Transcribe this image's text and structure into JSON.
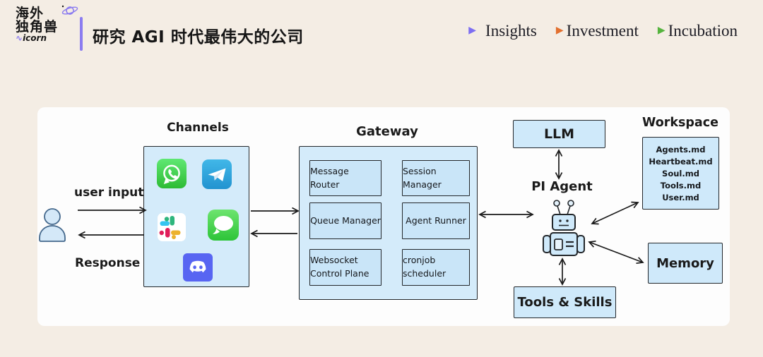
{
  "page": {
    "background": "#f4ede4",
    "panel_background": "#fdfdfd"
  },
  "header": {
    "logo": {
      "line1": "海外",
      "line2": "独角兽",
      "script_prefix": "∿",
      "script": "icorn",
      "accent_color": "#8b7cf0"
    },
    "title": "研究 AGI 时代最伟大的公司",
    "bullet_glyph": "▶",
    "nav_items": [
      {
        "label": "Insights",
        "bullet_color": "#7d6ef2"
      },
      {
        "label": "Investment",
        "bullet_color": "#e2702f"
      },
      {
        "label": "Incubation",
        "bullet_color": "#55b43e"
      }
    ]
  },
  "diagram": {
    "colors": {
      "box_fill": "#d4ebfa",
      "module_fill": "#c9e5f8",
      "border": "#23272b",
      "arrow": "#1a1a1a"
    },
    "user": {
      "input_label": "user input",
      "response_label": "Response"
    },
    "channels": {
      "label": "Channels",
      "icons": [
        "whatsapp-icon",
        "telegram-icon",
        "slack-icon",
        "imessage-icon",
        "discord-icon"
      ]
    },
    "gateway": {
      "label": "Gateway",
      "modules": [
        "Message Router",
        "Session Manager",
        "Queue Manager",
        "Agent Runner",
        "Websocket Control Plane",
        "cronjob scheduler"
      ]
    },
    "llm_label": "LLM",
    "pi_agent_label": "PI Agent",
    "workspace": {
      "label": "Workspace",
      "files": [
        "Agents.md",
        "Heartbeat.md",
        "Soul.md",
        "Tools.md",
        "User.md"
      ]
    },
    "memory_label": "Memory",
    "tools_label": "Tools & Skills"
  }
}
